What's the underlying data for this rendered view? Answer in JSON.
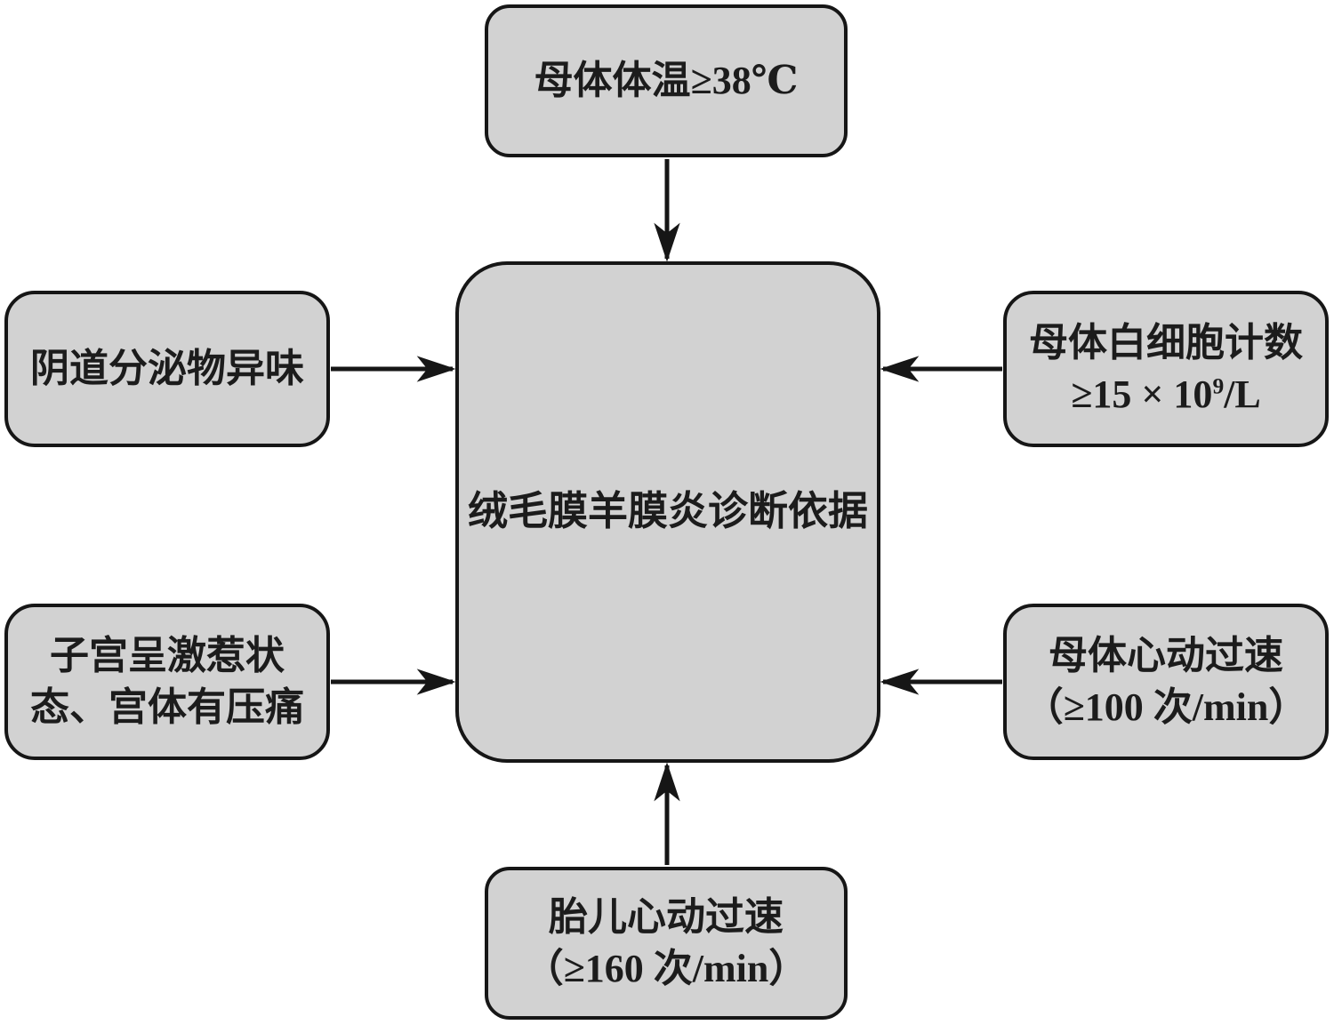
{
  "colors": {
    "node_fill": "#d2d2d2",
    "node_border": "#161616",
    "arrow": "#161616",
    "background": "#ffffff"
  },
  "nodes": {
    "center": {
      "line1": "绒毛膜羊膜炎诊断依据"
    },
    "top": {
      "line1": "母体体温≥38℃"
    },
    "left_upper": {
      "line1": "阴道分泌物异味"
    },
    "right_upper": {
      "line1": "母体白细胞计数",
      "value_base": "≥15 × 10",
      "value_sup": "9",
      "value_unit": "/L"
    },
    "left_lower": {
      "line1": "子宫呈激惹状",
      "line2": "态、宫体有压痛"
    },
    "right_lower": {
      "line1": "母体心动过速",
      "line2": "（≥100 次/min）"
    },
    "bottom": {
      "line1": "胎儿心动过速",
      "line2": "（≥160 次/min）"
    }
  }
}
